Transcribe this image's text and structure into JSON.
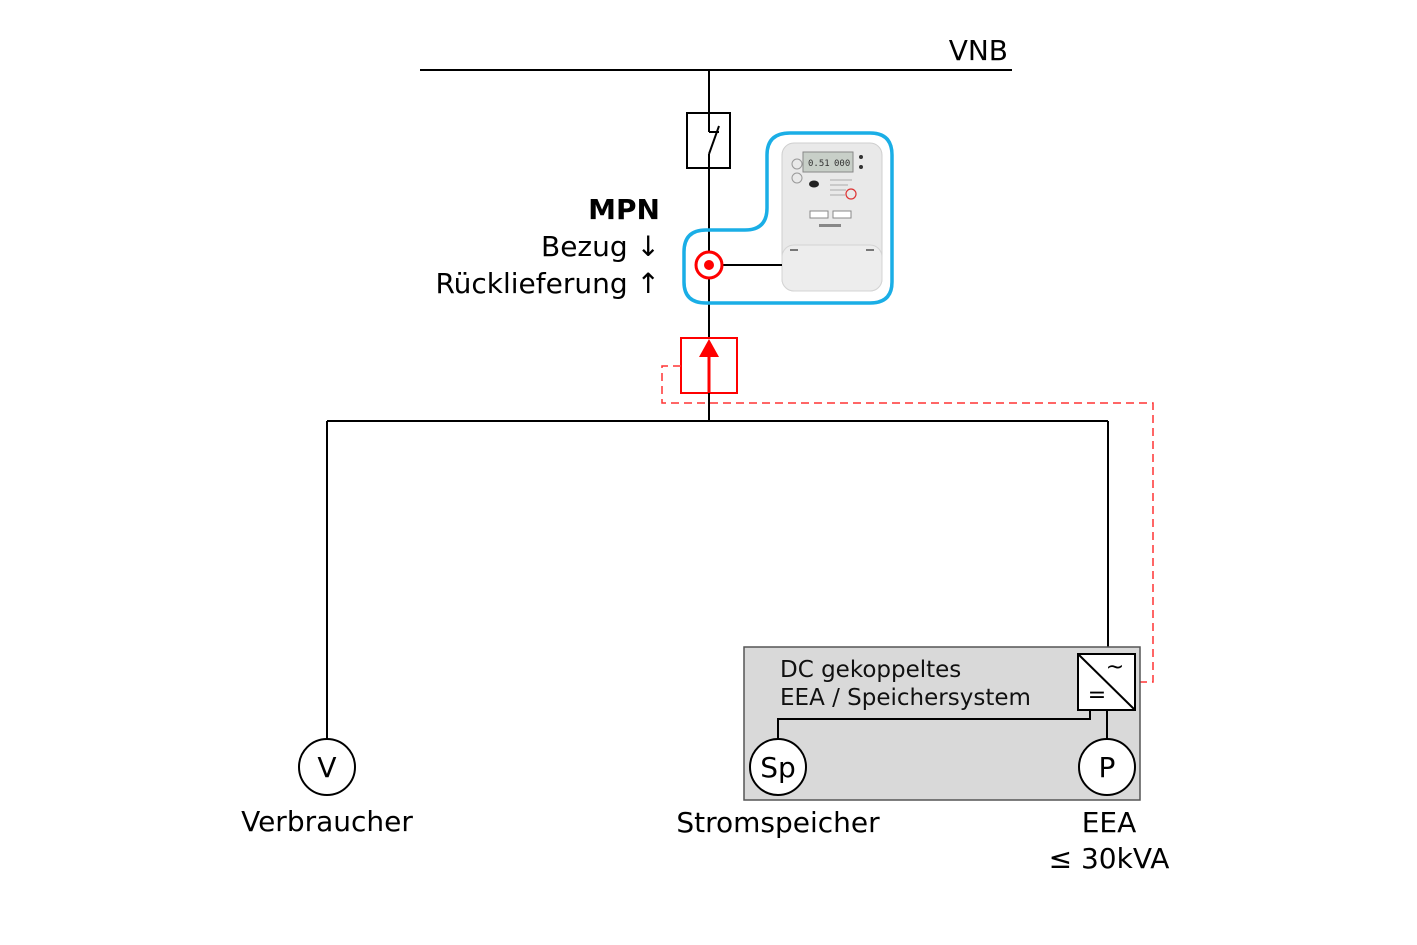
{
  "diagram": {
    "grid_label": "VNB",
    "meter_point": {
      "title": "MPN",
      "import_label": "Bezug ↓",
      "export_label": "Rücklieferung ↑"
    },
    "system_box": {
      "line1": "DC gekoppeltes",
      "line2": "EEA / Speichersystem"
    },
    "inverter": {
      "ac_symbol": "~",
      "dc_symbol": "="
    },
    "consumer": {
      "symbol": "V",
      "label": "Verbraucher"
    },
    "storage": {
      "symbol": "Sp",
      "label": "Stromspeicher"
    },
    "generator": {
      "symbol": "P",
      "label": "EEA",
      "rating": "≤ 30kVA"
    },
    "colors": {
      "wire": "#000000",
      "measurement": "#ff0000",
      "meter_highlight": "#1aaee6",
      "system_box_fill": "#d9d9d9"
    }
  }
}
